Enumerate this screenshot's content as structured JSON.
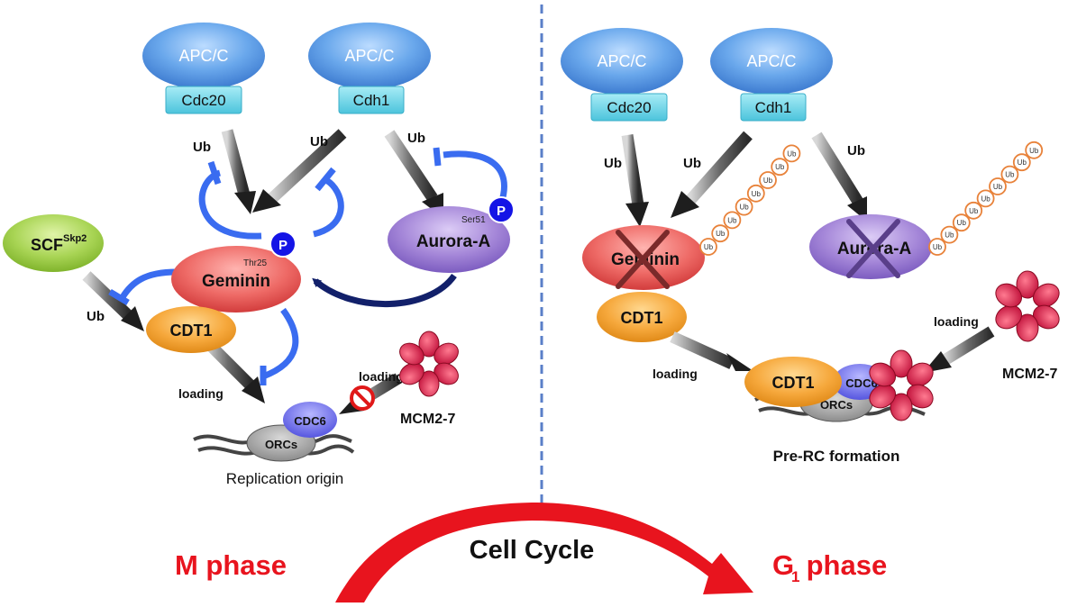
{
  "left": {
    "apc_left": "APC/C",
    "apc_right": "APC/C",
    "cdc20": "Cdc20",
    "cdh1": "Cdh1",
    "ub1": "Ub",
    "ub2": "Ub",
    "ub3": "Ub",
    "ub4": "Ub",
    "scf": "SCF",
    "scf_sup": "Skp2",
    "geminin": "Geminin",
    "thr25": "Thr25",
    "ser51": "Ser51",
    "aurora": "Aurora-A",
    "p1": "P",
    "p2": "P",
    "cdt1": "CDT1",
    "loading1": "loading",
    "loading2": "loading",
    "cdc6": "CDC6",
    "orcs": "ORCs",
    "mcm": "MCM2-7",
    "origin": "Replication origin"
  },
  "right": {
    "apc_left": "APC/C",
    "apc_right": "APC/C",
    "cdc20": "Cdc20",
    "cdh1": "Cdh1",
    "ub1": "Ub",
    "ub2": "Ub",
    "ub3": "Ub",
    "geminin": "Geminin",
    "aurora": "Aurora-A",
    "cdt1_free": "CDT1",
    "cdt1_complex": "CDT1",
    "loading1": "loading",
    "loading2": "loading",
    "mcm": "MCM2-7",
    "cdc6": "CDC6",
    "orcs": "ORCs",
    "prerc": "Pre-RC formation",
    "ub_chain_label": "Ub"
  },
  "bottom": {
    "m_phase": "M phase",
    "cell_cycle": "Cell Cycle",
    "g1_g": "G",
    "g1_sub": "1",
    "g1_rest": " phase"
  },
  "colors": {
    "apc": "#5b9be0",
    "cdc_box": "#6fd3e6",
    "geminin": "#e85858",
    "aurora": "#9a78d0",
    "scf": "#9ccc48",
    "cdt1": "#f4a030",
    "cdc6": "#6a6ae8",
    "orcs": "#999999",
    "mcm": "#d8224a",
    "inhibit": "#3a6cf0",
    "phase_red": "#e8141e",
    "divider": "#5a7fc8"
  }
}
